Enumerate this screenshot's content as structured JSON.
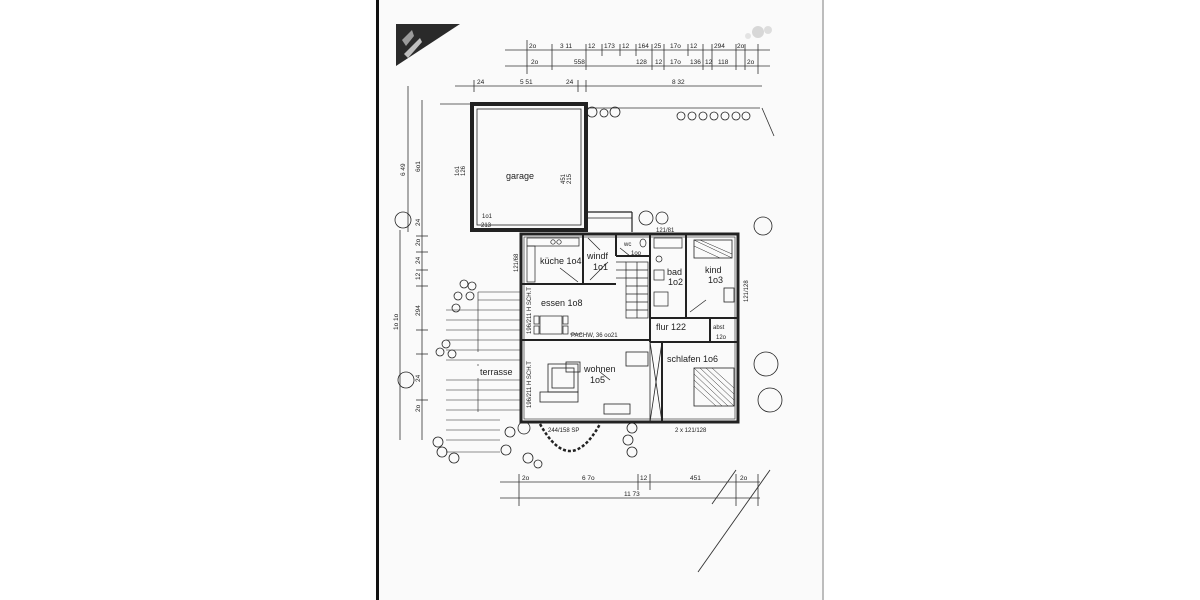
{
  "rooms": {
    "garage": "garage",
    "kueche_name": "küche 1o4",
    "windf_name": "windf",
    "windf_num": "1o1",
    "wc_name": "wc",
    "wc_num": "1oo",
    "bad_name": "bad",
    "bad_num": "1o2",
    "kind_name": "kind",
    "kind_num": "1o3",
    "essen": "essen 1o8",
    "flur": "flur 122",
    "abst_name": "abst",
    "abst_num": "12o",
    "wohnen_name": "wohnen",
    "wohnen_num": "1o5",
    "schlafen": "schlafen 1o6",
    "terrasse": "terrasse"
  },
  "annotations": {
    "pachw": "PACHW, 36 oo21",
    "bay_window": "244/158 SP",
    "window_right": "2 x 121/128",
    "window_kind": "121/128",
    "window_wc": "121/81",
    "window_kueche": "121/68",
    "garage_height": "451\n215",
    "garage_side": "1o1\n126",
    "garage_door": "1o1\n213",
    "essen_door": "196/211 H SCH.T",
    "wohnen_door": "196/211 H SCH.T"
  },
  "dimensions": {
    "top_row1": [
      "2o",
      "3 11",
      "12",
      "173",
      "12",
      "164",
      "25",
      "17o",
      "12",
      "294",
      "2o"
    ],
    "top_row2": [
      "2o",
      "558",
      "128",
      "12",
      "17o",
      "136",
      "12",
      "118",
      "2o"
    ],
    "top_row3": [
      "24",
      "5 51",
      "24",
      "8 32"
    ],
    "left_col1": [
      "6 49"
    ],
    "left_col2": [
      "6o1",
      "24",
      "2o",
      "24",
      "12",
      "294",
      "24",
      "2o"
    ],
    "left_col3": [
      "1o 1o"
    ],
    "bottom_row1": [
      "2o",
      "6 7o",
      "12",
      "451",
      "2o"
    ],
    "bottom_row2": [
      "11 73"
    ]
  }
}
